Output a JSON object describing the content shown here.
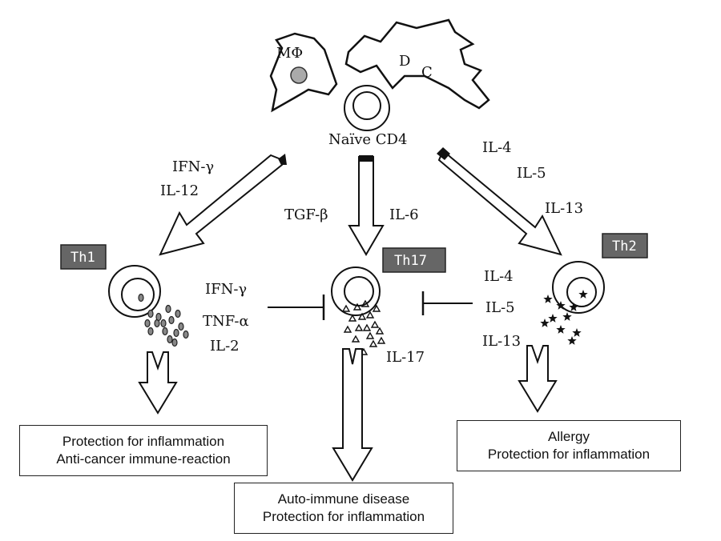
{
  "cells": {
    "macrophage": "MΦ",
    "dc_d": "D",
    "dc_c": "C",
    "naive": "Naïve CD4"
  },
  "upper": {
    "th1_cytokines": [
      "IFN-γ",
      "IL-12"
    ],
    "th17_cytokines": [
      "TGF-β",
      "IL-6"
    ],
    "th2_cytokines": [
      "IL-4",
      "IL-5",
      "IL-13"
    ]
  },
  "subsets": {
    "th1": "Th1",
    "th17": "Th17",
    "th2": "Th2"
  },
  "secreted": {
    "th1": [
      "IFN-γ",
      "TNF-α",
      "IL-2"
    ],
    "th17": "IL-17",
    "th2": [
      "IL-4",
      "IL-5",
      "IL-13"
    ]
  },
  "outcomes": {
    "th1": [
      "Protection for inflammation",
      "Anti-cancer immune-reaction"
    ],
    "th17": [
      "Auto-immune disease",
      "Protection for inflammation"
    ],
    "th2": [
      "Allergy",
      "Protection for inflammation"
    ]
  }
}
